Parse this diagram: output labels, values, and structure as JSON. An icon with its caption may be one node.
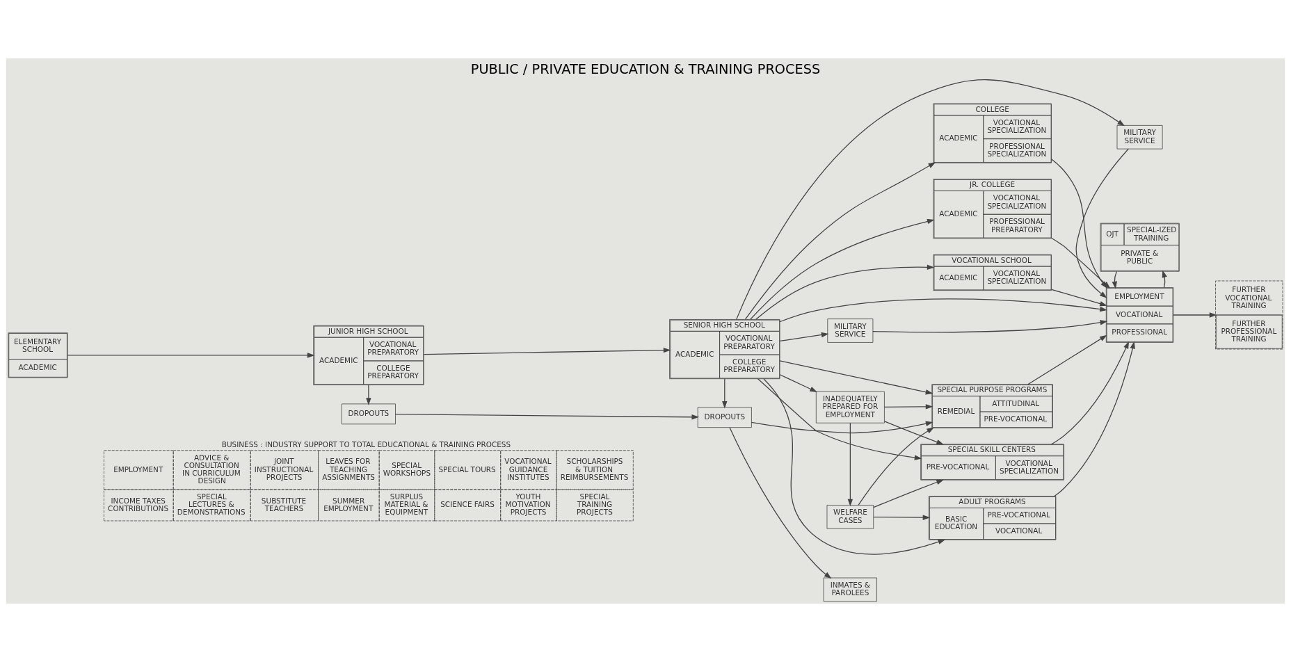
{
  "diagram": {
    "title": "PUBLIC / PRIVATE EDUCATION & TRAINING PROCESS",
    "nodes": [
      {
        "text": [
          "ELEMENTARY SCHOOL",
          "ACADEMIC"
        ]
      },
      {
        "text": [
          "JUNIOR HIGH SCHOOL",
          "ACADEMIC",
          "VOCATIONAL PREPARATORY",
          "COLLEGE PREPARATORY"
        ]
      },
      {
        "text": [
          "SENIOR HIGH SCHOOL",
          "ACADEMIC",
          "VOCATIONAL PREPARATORY",
          "COLLEGE PREPARATORY"
        ]
      },
      {
        "text": [
          "DROPOUTS"
        ]
      },
      {
        "text": [
          "DROPOUTS"
        ]
      },
      {
        "text": [
          "MILITARY SERVICE"
        ]
      },
      {
        "text": [
          "INADEQUATELY PREPARED FOR EMPLOYMENT"
        ]
      },
      {
        "text": [
          "COLLEGE",
          "ACADEMIC",
          "VOCATIONAL SPECIALIZATION",
          "PROFESSIONAL SPECIALIZATION"
        ]
      },
      {
        "text": [
          "JR. COLLEGE",
          "ACADEMIC",
          "VOCATIONAL SPECIALIZATION",
          "PROFESSIONAL PREPARATORY"
        ]
      },
      {
        "text": [
          "VOCATIONAL SCHOOL",
          "ACADEMIC",
          "VOCATIONAL SPECIALIZATION"
        ]
      },
      {
        "text": [
          "SPECIAL PURPOSE PROGRAMS",
          "REMEDIAL",
          "ATTITUDINAL",
          "PRE-VOCATIONAL"
        ]
      },
      {
        "text": [
          "SPECIAL SKILL CENTERS",
          "PRE-VOCATIONAL",
          "VOCATIONAL SPECIALIZATION"
        ]
      },
      {
        "text": [
          "ADULT PROGRAMS",
          "BASIC EDUCATION",
          "PRE-VOCATIONAL",
          "VOCATIONAL"
        ]
      },
      {
        "text": [
          "INMATES & PAROLEES"
        ]
      },
      {
        "text": [
          "WELFARE CASES"
        ]
      },
      {
        "text": [
          "MILITARY SERVICE"
        ]
      },
      {
        "text": [
          "EMPLOYMENT",
          "VOCATIONAL",
          "PROFESSIONAL"
        ]
      },
      {
        "text": [
          "OJT",
          "SPECIAL-IZED TRAINING",
          "PRIVATE & PUBLIC"
        ]
      },
      {
        "text": [
          "FURTHER VOCATIONAL TRAINING",
          "FURTHER PROFESSIONAL TRAINING"
        ]
      },
      {
        "text": [
          "BUSINESS : INDUSTRY SUPPORT TO TOTAL EDUCATIONAL & TRAINING PROCESS",
          "EMPLOYMENT",
          "ADVICE & CONSULTATION IN CURRICULUM DESIGN",
          "JOINT INSTRUCTIONAL PROJECTS",
          "LEAVES FOR TEACHING ASSIGNMENTS",
          "SPECIAL WORKSHOPS",
          "SPECIAL TOURS",
          "VOCATIONAL GUIDANCE INSTITUTES",
          "SCHOLARSHIPS & TUITION REIMBURSEMENTS",
          "INCOME TAXES CONTRIBUTIONS",
          "SPECIAL LECTURES & DEMONSTRATIONS",
          "SUBSTITUTE TEACHERS",
          "SUMMER EMPLOYMENT",
          "SURPLUS MATERIAL & EQUIPMENT",
          "SCIENCE FAIRS",
          "YOUTH MOTIVATION PROJECTS",
          "SPECIAL TRAINING PROJECTS"
        ]
      }
    ],
    "edges": [
      {
        "from": 0,
        "to": 1,
        "arrow": "to"
      },
      {
        "from": 1,
        "to": 2,
        "arrow": "to"
      },
      {
        "from": 1,
        "to": 3,
        "arrow": "to"
      },
      {
        "from": 2,
        "to": 4,
        "arrow": "to"
      },
      {
        "from": 3,
        "to": 4,
        "arrow": "to"
      },
      {
        "from": 2,
        "to": 5,
        "arrow": "to"
      },
      {
        "from": 5,
        "to": 16,
        "arrow": "to"
      },
      {
        "from": 2,
        "to": 6,
        "arrow": "to"
      },
      {
        "from": 2,
        "to": 7,
        "arrow": "to"
      },
      {
        "from": 2,
        "to": 8,
        "arrow": "to"
      },
      {
        "from": 2,
        "to": 9,
        "arrow": "to"
      },
      {
        "from": 2,
        "to": 10,
        "arrow": "to"
      },
      {
        "from": 2,
        "to": 11,
        "arrow": "to"
      },
      {
        "from": 2,
        "to": 12,
        "arrow": "to"
      },
      {
        "from": 4,
        "to": 10,
        "arrow": "to"
      },
      {
        "from": 6,
        "to": 10,
        "arrow": "to"
      },
      {
        "from": 6,
        "to": 11,
        "arrow": "to"
      },
      {
        "from": 4,
        "to": 13,
        "arrow": "to"
      },
      {
        "from": 6,
        "to": 14,
        "arrow": "to"
      },
      {
        "from": 14,
        "to": 10,
        "arrow": "to"
      },
      {
        "from": 14,
        "to": 11,
        "arrow": "to"
      },
      {
        "from": 14,
        "to": 12,
        "arrow": "to"
      },
      {
        "from": 2,
        "to": 16,
        "arrow": "to"
      },
      {
        "from": 7,
        "to": 16,
        "arrow": "to"
      },
      {
        "from": 8,
        "to": 16,
        "arrow": "to"
      },
      {
        "from": 9,
        "to": 16,
        "arrow": "to"
      },
      {
        "from": 10,
        "to": 16,
        "arrow": "to"
      },
      {
        "from": 11,
        "to": 16,
        "arrow": "to"
      },
      {
        "from": 12,
        "to": 16,
        "arrow": "to"
      },
      {
        "from": 2,
        "to": 15,
        "arrow": "to"
      },
      {
        "from": 15,
        "to": 16,
        "arrow": "to"
      },
      {
        "from": 16,
        "to": 17,
        "arrow": "to"
      },
      {
        "from": 17,
        "to": 16,
        "arrow": "to"
      },
      {
        "from": 16,
        "to": 18,
        "arrow": "to"
      }
    ]
  }
}
